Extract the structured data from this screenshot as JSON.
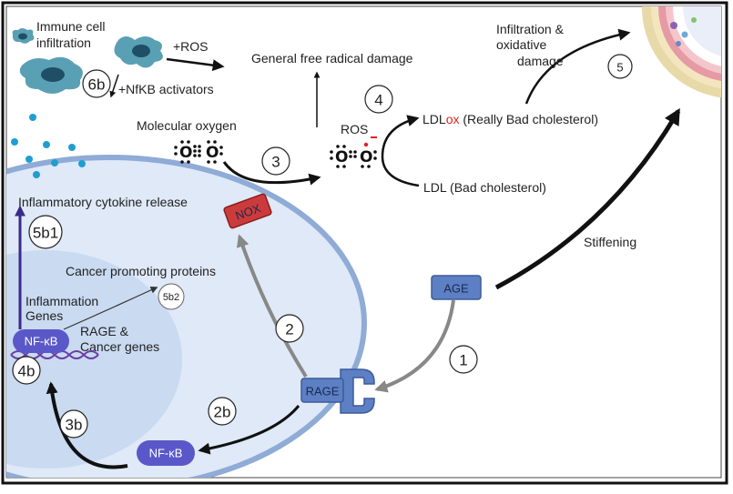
{
  "labels": {
    "immune": "Immune cell",
    "infiltration": "infiltration",
    "plus_ros": "+ROS",
    "plus_nfkb": "+NfKB activators",
    "general_damage": "General free radical damage",
    "infiltration_ox_1": "Infiltration &",
    "infiltration_ox_2": "oxidative",
    "infiltration_ox_3": "damage",
    "molecular_oxygen": "Molecular oxygen",
    "ros": "ROS",
    "ldl_ox_prefix": "LDL",
    "ldl_ox_suffix": "ox",
    "ldl_ox_desc": " (Really Bad cholesterol)",
    "ldl": "LDL (Bad cholesterol)",
    "cytokine": "Inflammatory cytokine release",
    "cancer_proteins": "Cancer promoting proteins",
    "inflammation_1": "Inflammation",
    "inflammation_2": "Genes",
    "rage_cancer_1": "RAGE &",
    "rage_cancer_2": "Cancer genes",
    "stiffening": "Stiffening",
    "nox": "NOX",
    "age": "AGE",
    "rage": "RAGE",
    "nfkb": "NF-κB",
    "oxygen_atom": "O"
  },
  "steps": {
    "s1": "1",
    "s2": "2",
    "s2b": "2b",
    "s3": "3",
    "s3b": "3b",
    "s4": "4",
    "s4b": "4b",
    "s5": "5",
    "s5b1": "5b1",
    "s5b2": "5b2",
    "s6b": "6b"
  },
  "colors": {
    "cell_fill": "#dfe9f7",
    "cell_border": "#8fabd6",
    "nucleus_fill": "#c9daf1",
    "nox": "#cc3b3b",
    "receptor": "#5d7fc4",
    "nfkb": "#5a58c8",
    "dna": "#6a3fa6",
    "immune_cell": "#5aa0b4",
    "cytokine": "#1f9fd0",
    "arrow_dark": "#111111",
    "arrow_grey": "#888888",
    "arrow_purple": "#3a2a8a",
    "ox_red": "#e02020"
  }
}
